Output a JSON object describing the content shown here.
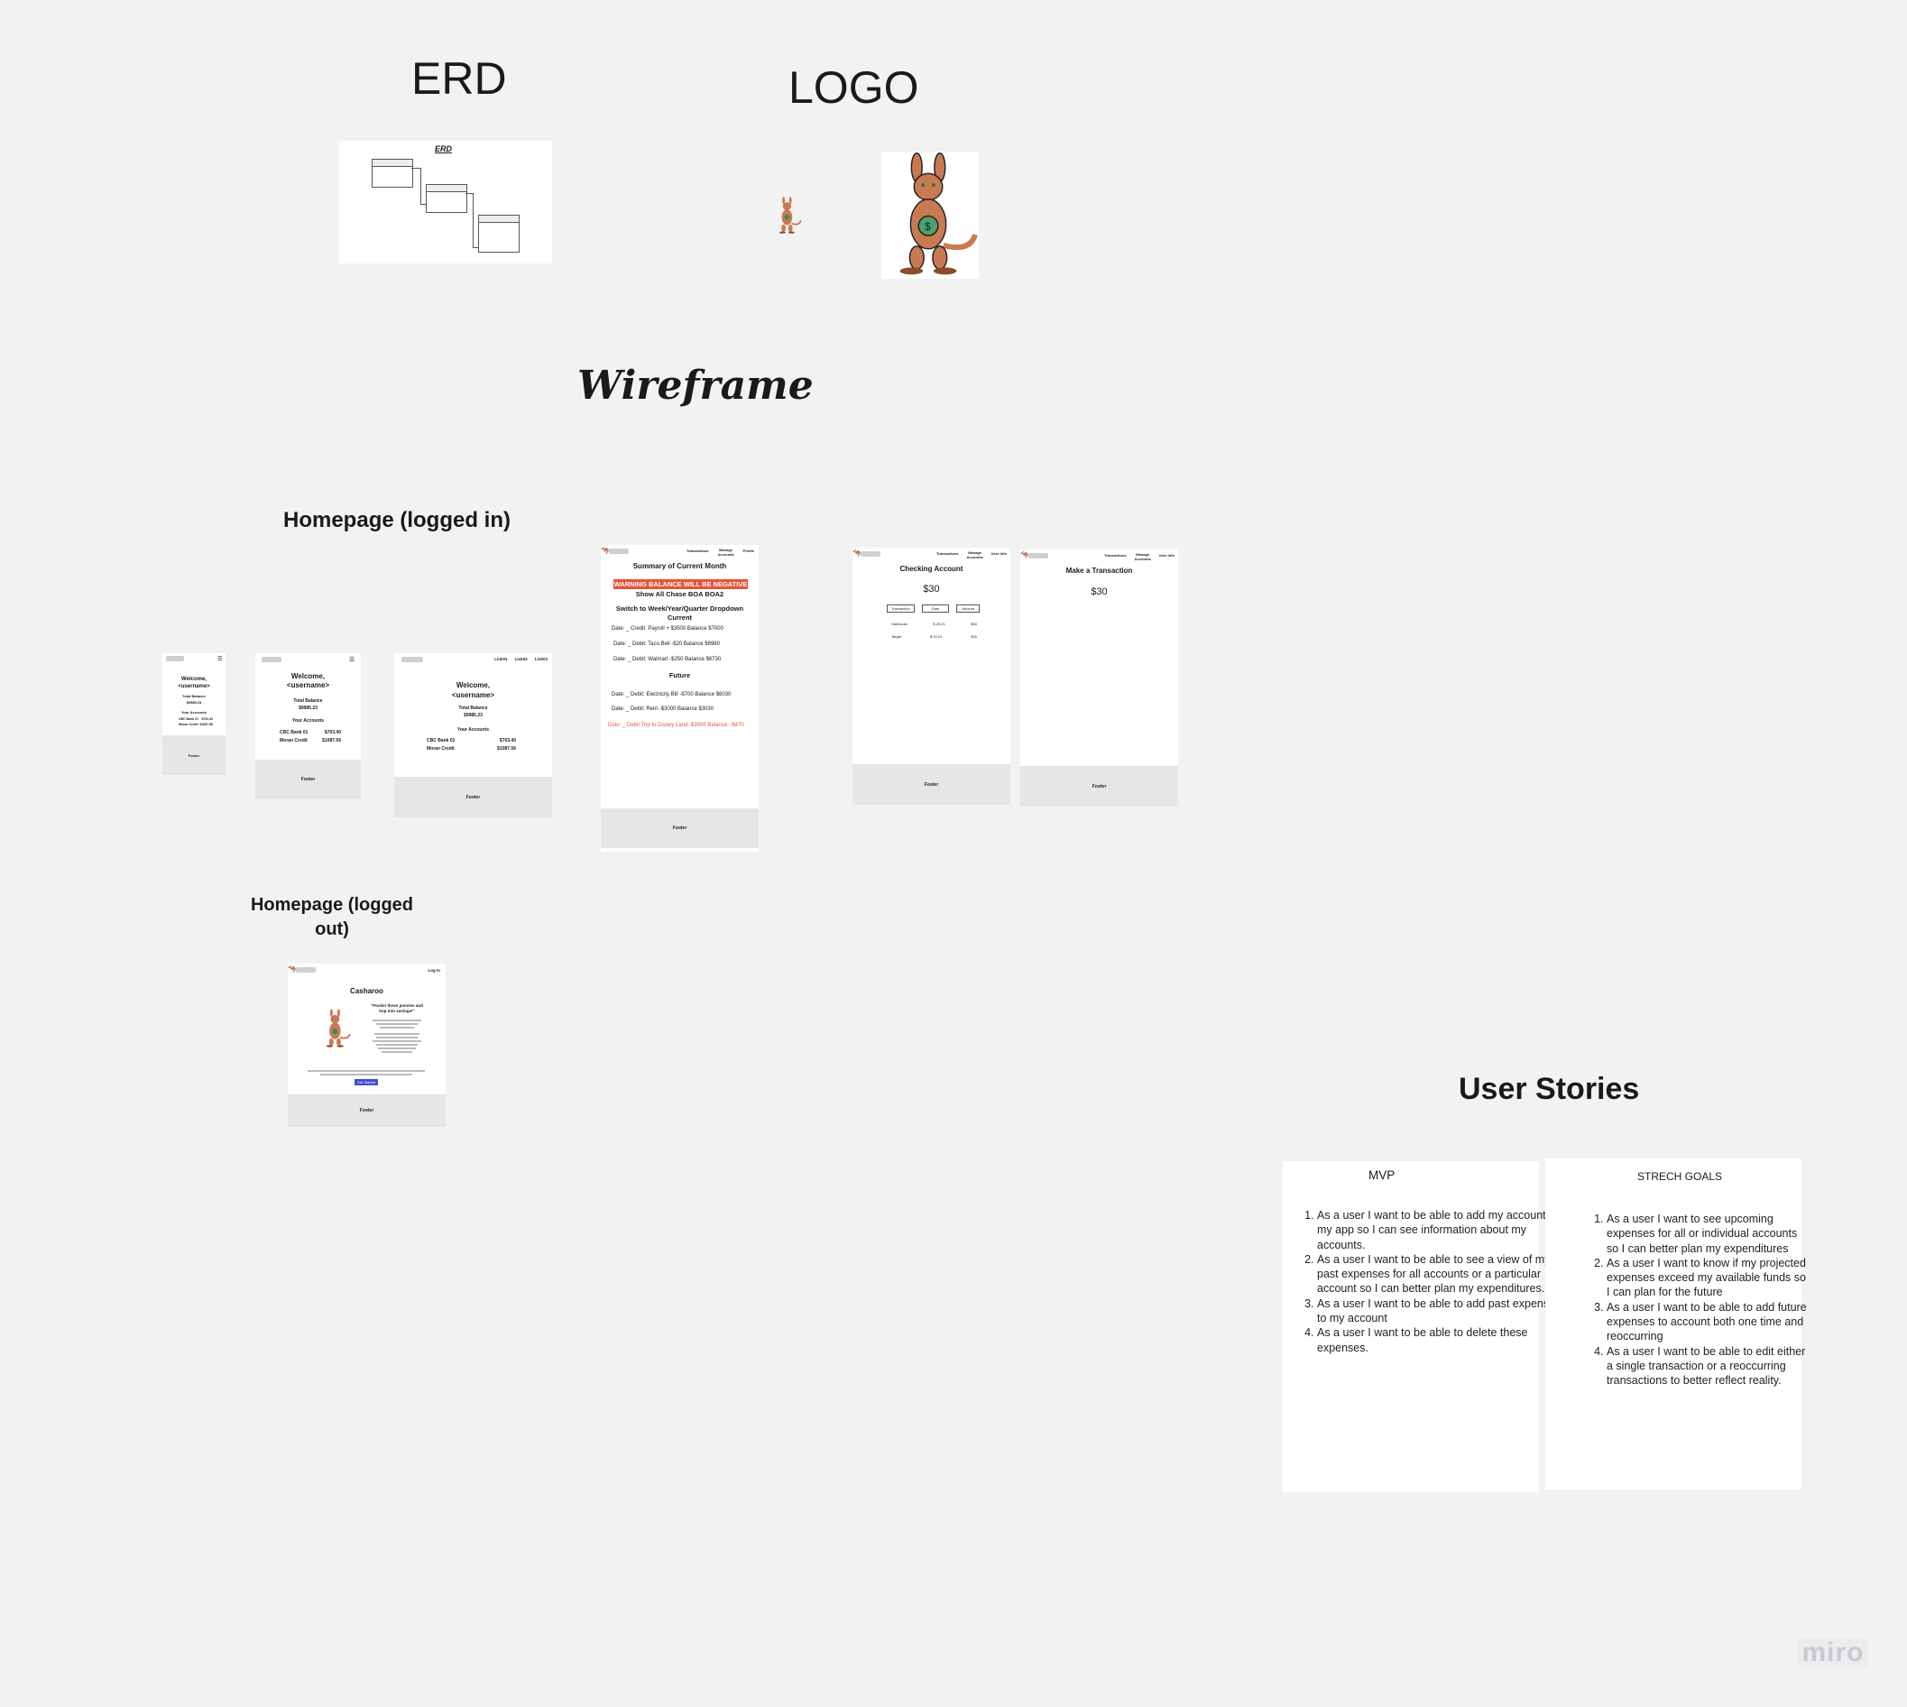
{
  "sections": {
    "erd_title": "ERD",
    "logo_title": "LOGO",
    "wireframe_title": "Wireframe",
    "homepage_logged_in": "Homepage (logged in)",
    "homepage_logged_out": "Homepage (logged out)",
    "user_stories": "User Stories"
  },
  "erd": {
    "caption": "ERD"
  },
  "common": {
    "footer": "Footer",
    "welcome": "Welcome,",
    "username": "<username>",
    "total_balance_label": "Total Balance",
    "total_balance_value": "$9985.23",
    "your_accounts_label": "Your Accounts",
    "accounts": [
      {
        "name": "CBC Bank 01",
        "value": "$703.40"
      },
      {
        "name": "Moran Credit",
        "value": "$1087.56"
      }
    ],
    "nav_links_home": [
      "Link01",
      "Link02",
      "Link03"
    ],
    "nav_links_app": [
      "Transactions",
      "Manage Accounts",
      "User Info"
    ]
  },
  "summary": {
    "title": "Summary of Current Month",
    "warning": "WARNING BALANCE WILL BE NEGATIVE",
    "show_all": "Show All Chase BOA BOA2",
    "switch": "Switch to Week/Year/Quarter Dropdown",
    "current": "Current",
    "current_items": [
      "Date: _ Credit: Payroll + $3500 Balance $7000",
      "Date: _ Debit: Taco Bell  -$20 Balance $6980",
      "Date: _ Debit: Walmart -$250 Balance $6730"
    ],
    "future": "Future",
    "future_items": [
      "Date: _ Debit: Electricity Bill -$700 Balance $6030",
      "Date: _ Debit: Rent -$3000 Balance $3030"
    ],
    "future_warning": "Date: _ Debit Trip to Disney Land -$3500 Balance: -$470",
    "nav_links": [
      "Transactions",
      "Manage Accounts",
      "Profile"
    ]
  },
  "checking": {
    "title": "Checking Account",
    "amount": "$30",
    "columns": [
      "Transaction",
      "Date",
      "Amount"
    ],
    "rows": [
      [
        "Starbucks",
        "$.20.21",
        "$30"
      ],
      [
        "Target",
        "$.20.21",
        "$30"
      ]
    ]
  },
  "make_transaction": {
    "title": "Make a Transaction",
    "amount": "$30"
  },
  "logged_out": {
    "login": "Log In",
    "brand": "Casharoo",
    "tagline": "\"Pocket those pennies and hop into savings!\"",
    "cta": "Get Started"
  },
  "stories": {
    "mvp_title": "MVP",
    "mvp": [
      "As a user I want to be able to add my accounts to my app so I can see information about my accounts.",
      "As a user I want to be able to see a view of my past expenses for all accounts or a particular account so I can better plan my expenditures.",
      "As a user I want to be able to add past expenses to my account",
      "As a user I want to be able to delete these expenses."
    ],
    "stretch_title": "STRECH GOALS",
    "stretch": [
      "As a user I want to see upcoming  expenses for all or individual accounts so I can better plan my expenditures",
      "As a user I want to know if my projected expenses exceed my available funds so I can plan for the future",
      "As a user I want to be able to add future expenses to account both one time and reoccurring",
      "As a user I want to be able to edit either a single transaction or a reoccurring transactions to better reflect reality."
    ]
  },
  "watermark": "miro",
  "colors": {
    "background": "#f2f2f2",
    "warning": "#e8533a",
    "cta": "#3d4fd1",
    "footer": "#e6e6e6"
  }
}
